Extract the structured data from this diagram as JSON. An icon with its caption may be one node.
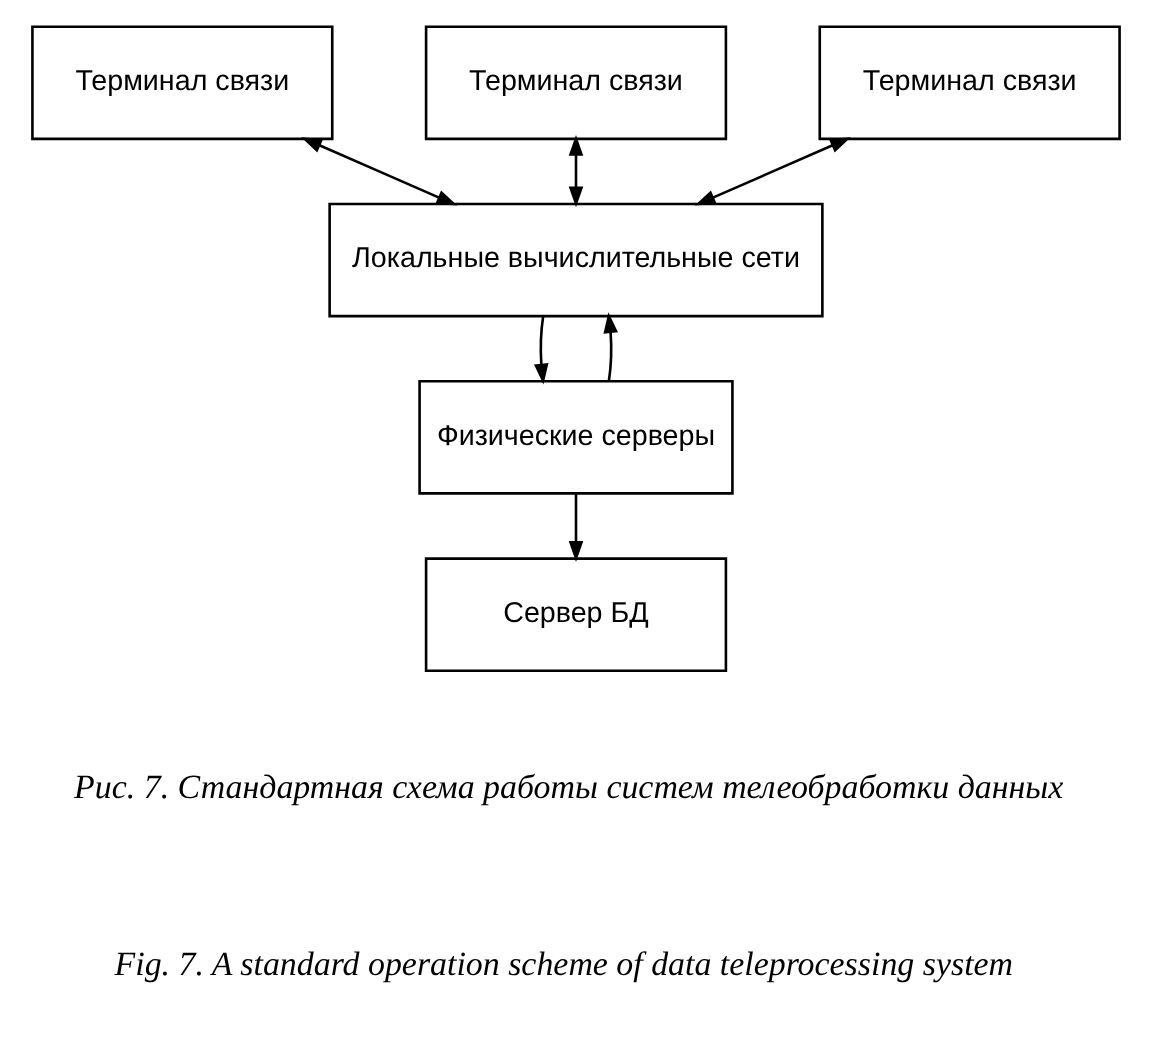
{
  "diagram": {
    "nodes": [
      {
        "text": [
          "Терминал связи"
        ]
      },
      {
        "text": [
          "Терминал связи"
        ]
      },
      {
        "text": [
          "Терминал связи"
        ]
      },
      {
        "text": [
          "Локальные вычислительные сети"
        ]
      },
      {
        "text": [
          "Физические серверы"
        ]
      },
      {
        "text": [
          "Сервер БД"
        ]
      }
    ],
    "edges": [
      {
        "from": 0,
        "to": 3,
        "arrow": "both"
      },
      {
        "from": 1,
        "to": 3,
        "arrow": "both"
      },
      {
        "from": 2,
        "to": 3,
        "arrow": "both"
      },
      {
        "from": 3,
        "to": 4,
        "arrow": "to"
      },
      {
        "from": 4,
        "to": 3,
        "arrow": "to"
      },
      {
        "from": 4,
        "to": 5,
        "arrow": "to"
      }
    ],
    "labels": [
      "Рис. 7. Стандартная схема работы систем телеобработки данных",
      "Fig. 7. A standard operation scheme of data teleprocessing system"
    ]
  }
}
